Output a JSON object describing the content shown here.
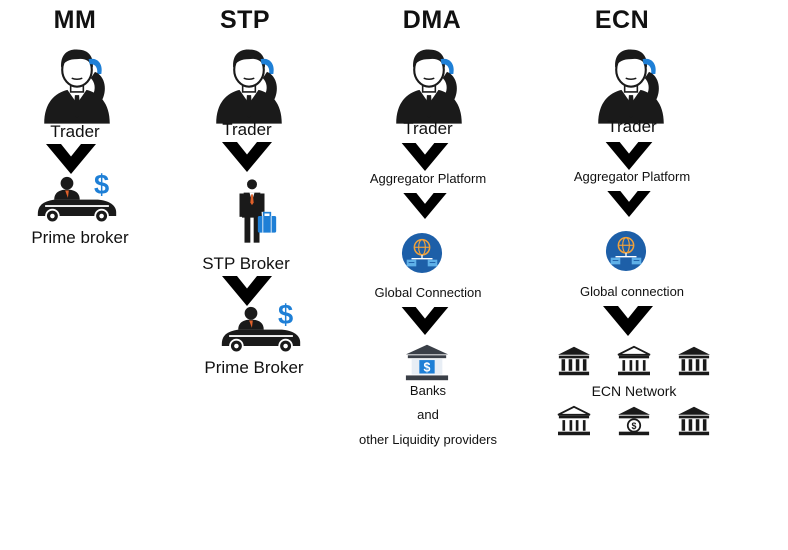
{
  "columns": {
    "mm": {
      "title": "MM",
      "trader": "Trader",
      "prime_broker": "Prime broker"
    },
    "stp": {
      "title": "STP",
      "trader": "Trader",
      "stp_broker": "STP Broker",
      "prime_broker": "Prime Broker"
    },
    "dma": {
      "title": "DMA",
      "trader": "Trader",
      "aggregator": "Aggregator Platform",
      "global": "Global Connection",
      "banks": "Banks",
      "and": "and",
      "providers": "other Liquidity providers"
    },
    "ecn": {
      "title": "ECN",
      "trader": "Trader",
      "aggregator": "Aggregator Platform",
      "global": "Global connection",
      "network": "ECN Network"
    }
  },
  "icons": {
    "trader": "trader-on-phone-icon",
    "broker_car": "broker-in-car-with-dollar-icon",
    "businessman": "businessman-with-briefcase-icon",
    "globe_server": "globe-server-icon",
    "bank": "bank-building-icon",
    "arrow": "chevron-down-icon"
  },
  "colors": {
    "icon_dark": "#1a1a1a",
    "accent_blue": "#1e7fd6",
    "globe_blue": "#1d5fa8"
  }
}
